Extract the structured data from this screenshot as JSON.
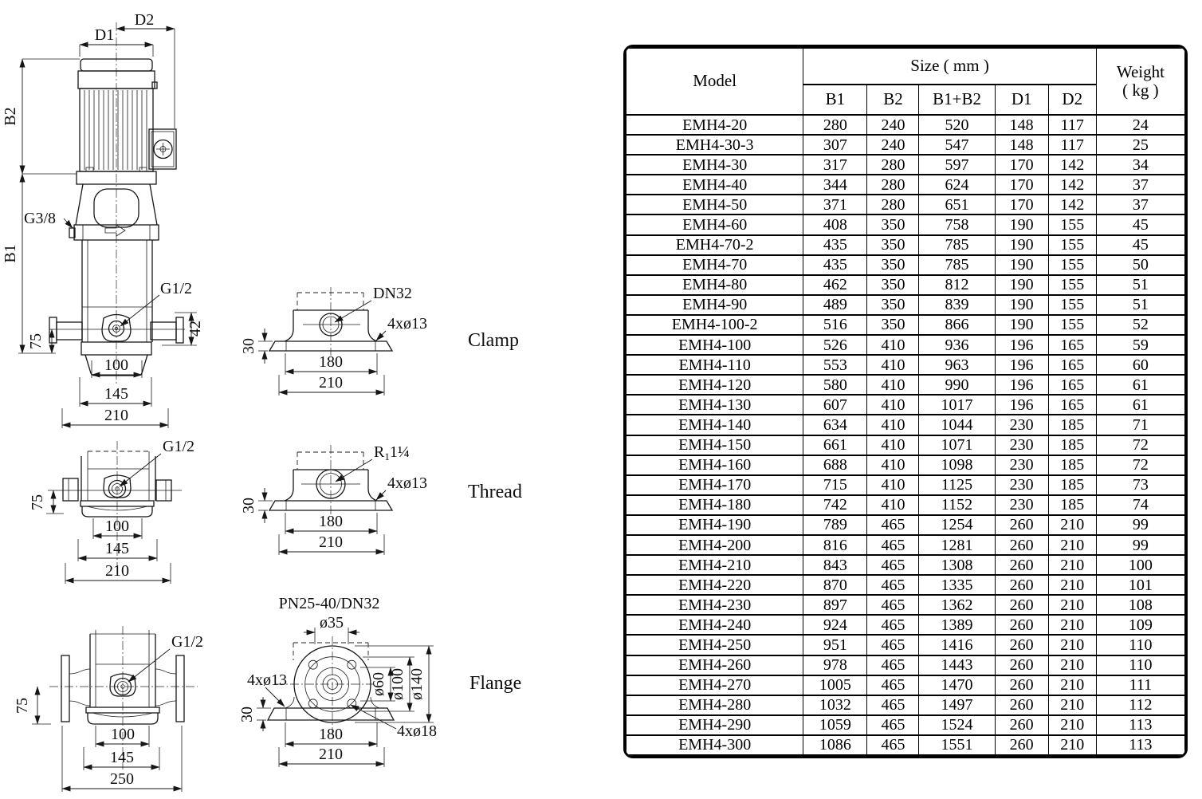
{
  "table": {
    "header": {
      "model": "Model",
      "size": "Size ( mm )",
      "sub": [
        "B1",
        "B2",
        "B1+B2",
        "D1",
        "D2"
      ],
      "weight": "Weight",
      "weight_unit": "( kg )"
    },
    "rows": [
      [
        "EMH4-20",
        "280",
        "240",
        "520",
        "148",
        "117",
        "24"
      ],
      [
        "EMH4-30-3",
        "307",
        "240",
        "547",
        "148",
        "117",
        "25"
      ],
      [
        "EMH4-30",
        "317",
        "280",
        "597",
        "170",
        "142",
        "34"
      ],
      [
        "EMH4-40",
        "344",
        "280",
        "624",
        "170",
        "142",
        "37"
      ],
      [
        "EMH4-50",
        "371",
        "280",
        "651",
        "170",
        "142",
        "37"
      ],
      [
        "EMH4-60",
        "408",
        "350",
        "758",
        "190",
        "155",
        "45"
      ],
      [
        "EMH4-70-2",
        "435",
        "350",
        "785",
        "190",
        "155",
        "45"
      ],
      [
        "EMH4-70",
        "435",
        "350",
        "785",
        "190",
        "155",
        "50"
      ],
      [
        "EMH4-80",
        "462",
        "350",
        "812",
        "190",
        "155",
        "51"
      ],
      [
        "EMH4-90",
        "489",
        "350",
        "839",
        "190",
        "155",
        "51"
      ],
      [
        "EMH4-100-2",
        "516",
        "350",
        "866",
        "190",
        "155",
        "52"
      ],
      [
        "EMH4-100",
        "526",
        "410",
        "936",
        "196",
        "165",
        "59"
      ],
      [
        "EMH4-110",
        "553",
        "410",
        "963",
        "196",
        "165",
        "60"
      ],
      [
        "EMH4-120",
        "580",
        "410",
        "990",
        "196",
        "165",
        "61"
      ],
      [
        "EMH4-130",
        "607",
        "410",
        "1017",
        "196",
        "165",
        "61"
      ],
      [
        "EMH4-140",
        "634",
        "410",
        "1044",
        "230",
        "185",
        "71"
      ],
      [
        "EMH4-150",
        "661",
        "410",
        "1071",
        "230",
        "185",
        "72"
      ],
      [
        "EMH4-160",
        "688",
        "410",
        "1098",
        "230",
        "185",
        "72"
      ],
      [
        "EMH4-170",
        "715",
        "410",
        "1125",
        "230",
        "185",
        "73"
      ],
      [
        "EMH4-180",
        "742",
        "410",
        "1152",
        "230",
        "185",
        "74"
      ],
      [
        "EMH4-190",
        "789",
        "465",
        "1254",
        "260",
        "210",
        "99"
      ],
      [
        "EMH4-200",
        "816",
        "465",
        "1281",
        "260",
        "210",
        "99"
      ],
      [
        "EMH4-210",
        "843",
        "465",
        "1308",
        "260",
        "210",
        "100"
      ],
      [
        "EMH4-220",
        "870",
        "465",
        "1335",
        "260",
        "210",
        "101"
      ],
      [
        "EMH4-230",
        "897",
        "465",
        "1362",
        "260",
        "210",
        "108"
      ],
      [
        "EMH4-240",
        "924",
        "465",
        "1389",
        "260",
        "210",
        "109"
      ],
      [
        "EMH4-250",
        "951",
        "465",
        "1416",
        "260",
        "210",
        "110"
      ],
      [
        "EMH4-260",
        "978",
        "465",
        "1443",
        "260",
        "210",
        "110"
      ],
      [
        "EMH4-270",
        "1005",
        "465",
        "1470",
        "260",
        "210",
        "111"
      ],
      [
        "EMH4-280",
        "1032",
        "465",
        "1497",
        "260",
        "210",
        "112"
      ],
      [
        "EMH4-290",
        "1059",
        "465",
        "1524",
        "260",
        "210",
        "113"
      ],
      [
        "EMH4-300",
        "1086",
        "465",
        "1551",
        "260",
        "210",
        "113"
      ]
    ]
  },
  "drawings": {
    "pump_front": {
      "d2": "D2",
      "d1": "D1",
      "b2": "B2",
      "b1": "B1",
      "g38": "G3/8",
      "g12": "G1/2",
      "dim42": "42",
      "dim75": "75",
      "dim100": "100",
      "dim145": "145",
      "dim210": "210"
    },
    "pump_thread": {
      "g12": "G1/2",
      "dim75": "75",
      "dim100": "100",
      "dim145": "145",
      "dim210": "210"
    },
    "pump_flange": {
      "g12": "G1/2",
      "dim75": "75",
      "dim100": "100",
      "dim145": "145",
      "dim250": "250"
    },
    "clamp": {
      "title": "Clamp",
      "port": "DN32",
      "holes": "4xø13",
      "dim30": "30",
      "dim180": "180",
      "dim210": "210"
    },
    "thread": {
      "title": "Thread",
      "port_r": "R",
      "port_sub": "1",
      "port_size": "1¼",
      "holes": "4xø13",
      "dim30": "30",
      "dim180": "180",
      "dim210": "210"
    },
    "flange": {
      "title": "Flange",
      "spec": "PN25-40/DN32",
      "d35": "ø35",
      "d60": "ø60",
      "d100": "ø100",
      "d140": "ø140",
      "holes13": "4xø13",
      "holes18": "4xø18",
      "dim30": "30",
      "dim180": "180",
      "dim210": "210"
    }
  }
}
